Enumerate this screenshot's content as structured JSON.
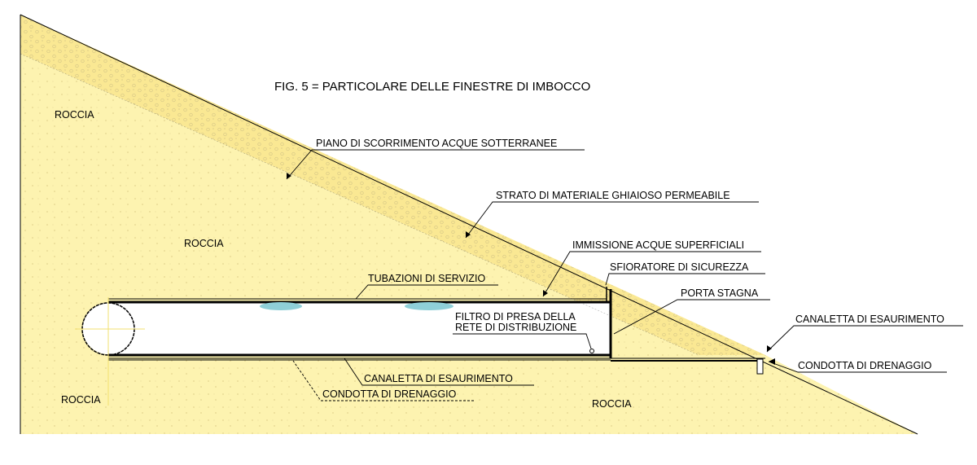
{
  "title": "FIG. 5  =  PARTICOLARE DELLE FINESTRE DI IMBOCCO",
  "labels": {
    "roccia_top_left": "ROCCIA",
    "roccia_middle": "ROCCIA",
    "roccia_bottom_left": "ROCCIA",
    "roccia_bottom_right": "ROCCIA",
    "piano_scorrimento": "PIANO DI SCORRIMENTO ACQUE SOTTERRANEE",
    "strato_ghiaioso": "STRATO DI MATERIALE GHIAIOSO PERMEABILE",
    "immissione_acque": "IMMISSIONE ACQUE SUPERFICIALI",
    "sfioratore": "SFIORATORE DI SICUREZZA",
    "porta_stagna": "PORTA STAGNA",
    "tubazioni_servizio": "TUBAZIONI DI SERVIZIO",
    "filtro_line1": "FILTRO DI PRESA DELLA",
    "filtro_line2": "RETE DI DISTRIBUZIONE",
    "canaletta_right": "CANALETTA DI ESAURIMENTO",
    "condotta_right": "CONDOTTA DI DRENAGGIO",
    "canaletta_bottom": "CANALETTA DI ESAURIMENTO",
    "condotta_bottom": "CONDOTTA DI DRENAGGIO"
  },
  "colors": {
    "rock_fill": "#fdf3b0",
    "gravel_fill": "#fae893",
    "hatch": "#d7c887",
    "water": "#8fcfd8",
    "axis": "#f2e070",
    "line": "#000000"
  }
}
